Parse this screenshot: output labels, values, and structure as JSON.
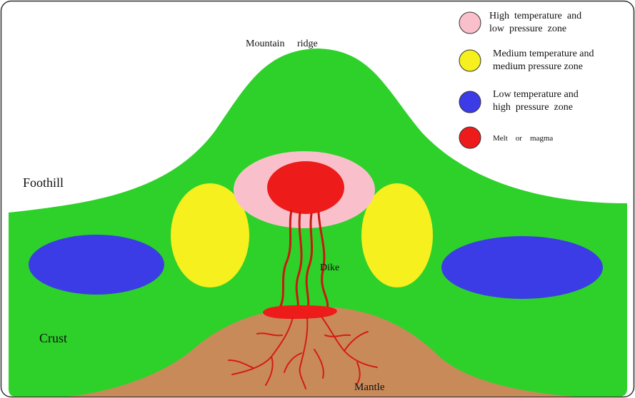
{
  "labels": {
    "mountain_ridge": "Mountain     ridge",
    "foothill": "Foothill",
    "crust": "Crust",
    "mantle": "Mantle",
    "dike": "Dike"
  },
  "legend": [
    {
      "line1": "High  temperature  and",
      "line2": "low  pressure  zone",
      "color": "#f9c0cc"
    },
    {
      "line1": "Medium temperature and",
      "line2": "medium pressure zone",
      "color": "#f5f01e"
    },
    {
      "line1": "Low temperature and",
      "line2": "high  pressure  zone",
      "color": "#3c3ce6"
    },
    {
      "line1": "Melt    or    magma",
      "line2": "",
      "color": "#ee1b1b"
    }
  ],
  "colors": {
    "crust": "#2ed12a",
    "mantle": "#c98a5a",
    "melt": "#ee1b1b",
    "dike": "#c81a10",
    "high_temp": "#f9c0cc",
    "medium_temp": "#f5f01e",
    "low_temp": "#3c3ce6"
  }
}
